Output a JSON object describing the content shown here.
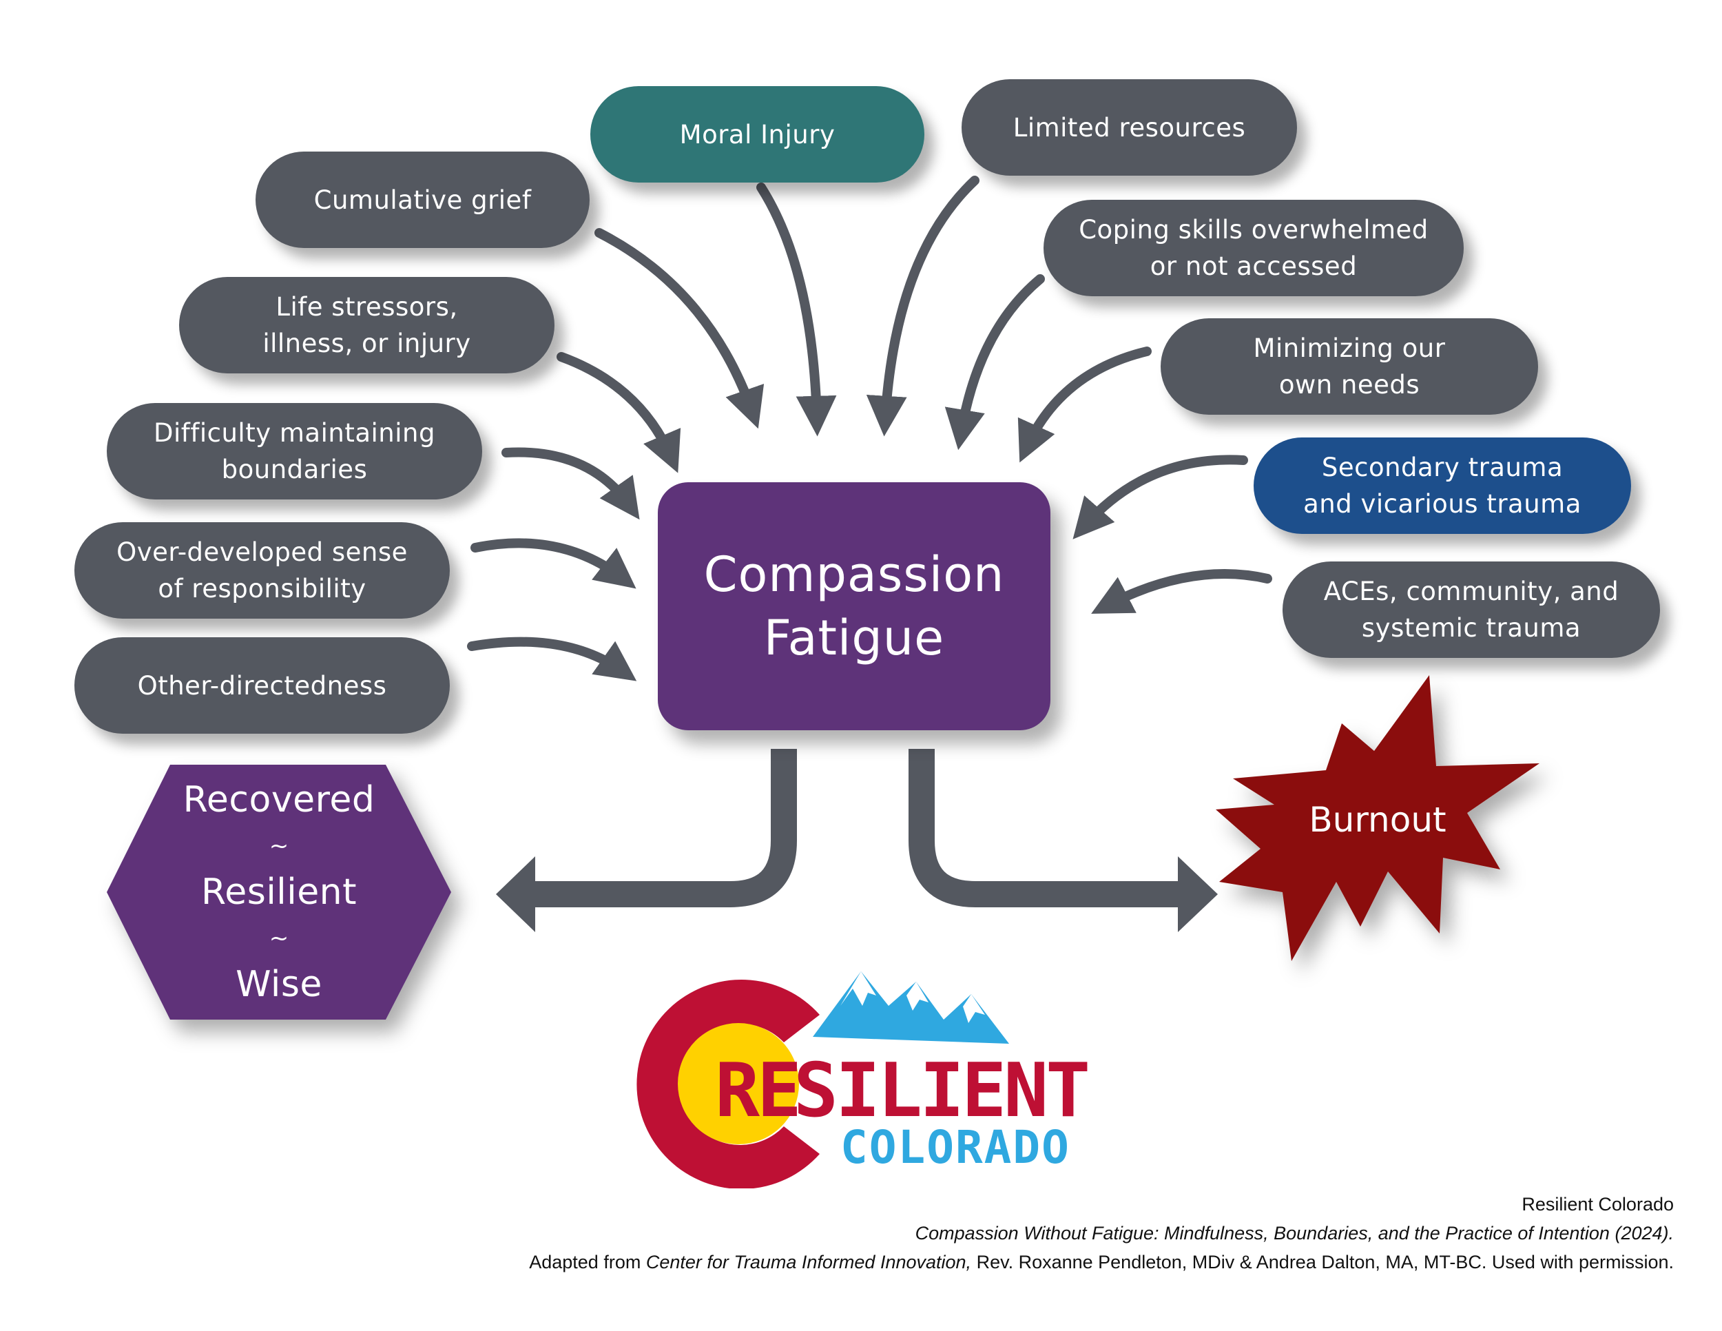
{
  "center": {
    "line1": "Compassion",
    "line2": "Fatigue",
    "color": "#5E3379"
  },
  "causes_left": [
    {
      "label": "Cumulative grief",
      "color": "#545860"
    },
    {
      "label": "Life stressors,\nillness, or injury",
      "color": "#545860"
    },
    {
      "label": "Difficulty maintaining\nboundaries",
      "color": "#545860"
    },
    {
      "label": "Over-developed sense\nof responsibility",
      "color": "#545860"
    },
    {
      "label": "Other-directedness",
      "color": "#545860"
    }
  ],
  "causes_top": [
    {
      "label": "Moral Injury",
      "color": "#2F7676"
    },
    {
      "label": "Limited resources",
      "color": "#545860"
    }
  ],
  "causes_right": [
    {
      "label": "Coping skills overwhelmed\nor not accessed",
      "color": "#545860"
    },
    {
      "label": "Minimizing our\nown needs",
      "color": "#545860"
    },
    {
      "label": "Secondary trauma\nand vicarious trauma",
      "color": "#1D4F8C"
    },
    {
      "label": "ACEs, community, and\nsystemic trauma",
      "color": "#545860"
    }
  ],
  "outcomes": {
    "positive": {
      "line1": "Recovered",
      "sep1": "~",
      "line2": "Resilient",
      "sep2": "~",
      "line3": "Wise",
      "color": "#5E3379"
    },
    "negative": {
      "label": "Burnout",
      "color": "#8B0F0A"
    }
  },
  "logo": {
    "part1": "RE",
    "part2": "SILIENT",
    "part3": "COLORADO"
  },
  "citation": {
    "line1": "Resilient Colorado",
    "line2": "Compassion Without Fatigue: Mindfulness, Boundaries, and the Practice of Intention (2024).",
    "line3_prefix": "Adapted from ",
    "line3_italic": "Center for Trauma Informed Innovation,",
    "line3_suffix": " Rev. Roxanne Pendleton, MDiv & Andrea Dalton, MA, MT-BC. Used with permission."
  },
  "colors": {
    "arrow": "#545860",
    "gray_pill": "#545860",
    "teal_pill": "#2F7676",
    "blue_pill": "#1D4F8C",
    "burnout": "#8B0F0A",
    "logo_red": "#BE1034",
    "logo_yellow": "#FFD100",
    "logo_blue": "#2FA8E0"
  },
  "icons": {
    "arrows": "curved-arrow-icon",
    "burst": "starburst-icon",
    "mountains": "mountain-icon"
  }
}
